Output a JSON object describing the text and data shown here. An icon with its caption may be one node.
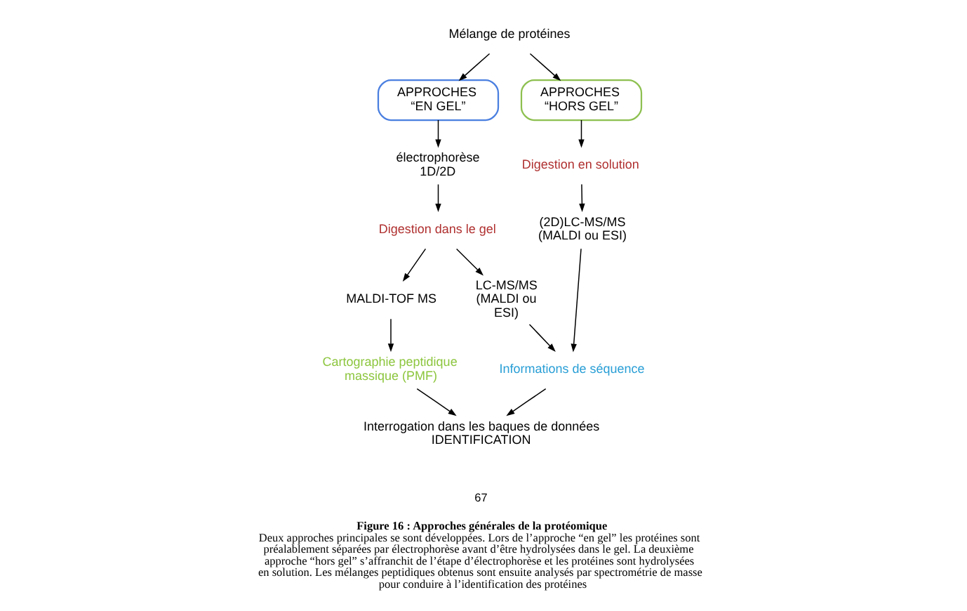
{
  "diagram": {
    "title": "Figure 16 : Approches générales de la protéomique",
    "caption": "Deux approches principales se sont développées. Lors de l’approche “en gel” les protéines sont préalablement séparées par électrophorèse avant d’être hydrolysées dans le gel. La deuxième approche “hors gel” s’affranchit de l’étape d’électrophorèse et les protéines sont hydrolysées en solution. Les mélanges peptidiques obtenus sont ensuite analysés par spectrométrie de masse pour conduire à l’identification des protéines",
    "nodes": [
      {
        "text": [
          "Mélange de protéines"
        ]
      },
      {
        "text": [
          "APPROCHES “EN GEL”"
        ]
      },
      {
        "text": [
          "APPROCHES “HORS GEL”"
        ]
      },
      {
        "text": [
          "électrophorèse 1D/2D"
        ]
      },
      {
        "text": [
          "Digestion dans le gel"
        ]
      },
      {
        "text": [
          "Digestion en solution"
        ]
      },
      {
        "text": [
          "MALDI-TOF MS"
        ]
      },
      {
        "text": [
          "LC-MS/MS (MALDI ou ESI)"
        ]
      },
      {
        "text": [
          "(2D)LC-MS/MS (MALDI ou ESI)"
        ]
      },
      {
        "text": [
          "Cartographie peptidique massique (PMF)"
        ]
      },
      {
        "text": [
          "Informations de séquence"
        ]
      },
      {
        "text": [
          "Interrogation dans les baques de données IDENTIFICATION"
        ]
      }
    ],
    "edges": [
      {
        "from": 0,
        "to": 1,
        "arrow": "to"
      },
      {
        "from": 0,
        "to": 2,
        "arrow": "to"
      },
      {
        "from": 1,
        "to": 3,
        "arrow": "to"
      },
      {
        "from": 3,
        "to": 4,
        "arrow": "to"
      },
      {
        "from": 2,
        "to": 5,
        "arrow": "to"
      },
      {
        "from": 4,
        "to": 6,
        "arrow": "to"
      },
      {
        "from": 4,
        "to": 7,
        "arrow": "to"
      },
      {
        "from": 5,
        "to": 8,
        "arrow": "to"
      },
      {
        "from": 6,
        "to": 9,
        "arrow": "to"
      },
      {
        "from": 7,
        "to": 10,
        "arrow": "to"
      },
      {
        "from": 8,
        "to": 10,
        "arrow": "to"
      },
      {
        "from": 9,
        "to": 11,
        "arrow": "to"
      },
      {
        "from": 10,
        "to": 11,
        "arrow": "to"
      }
    ],
    "labels": [
      "67"
    ]
  }
}
